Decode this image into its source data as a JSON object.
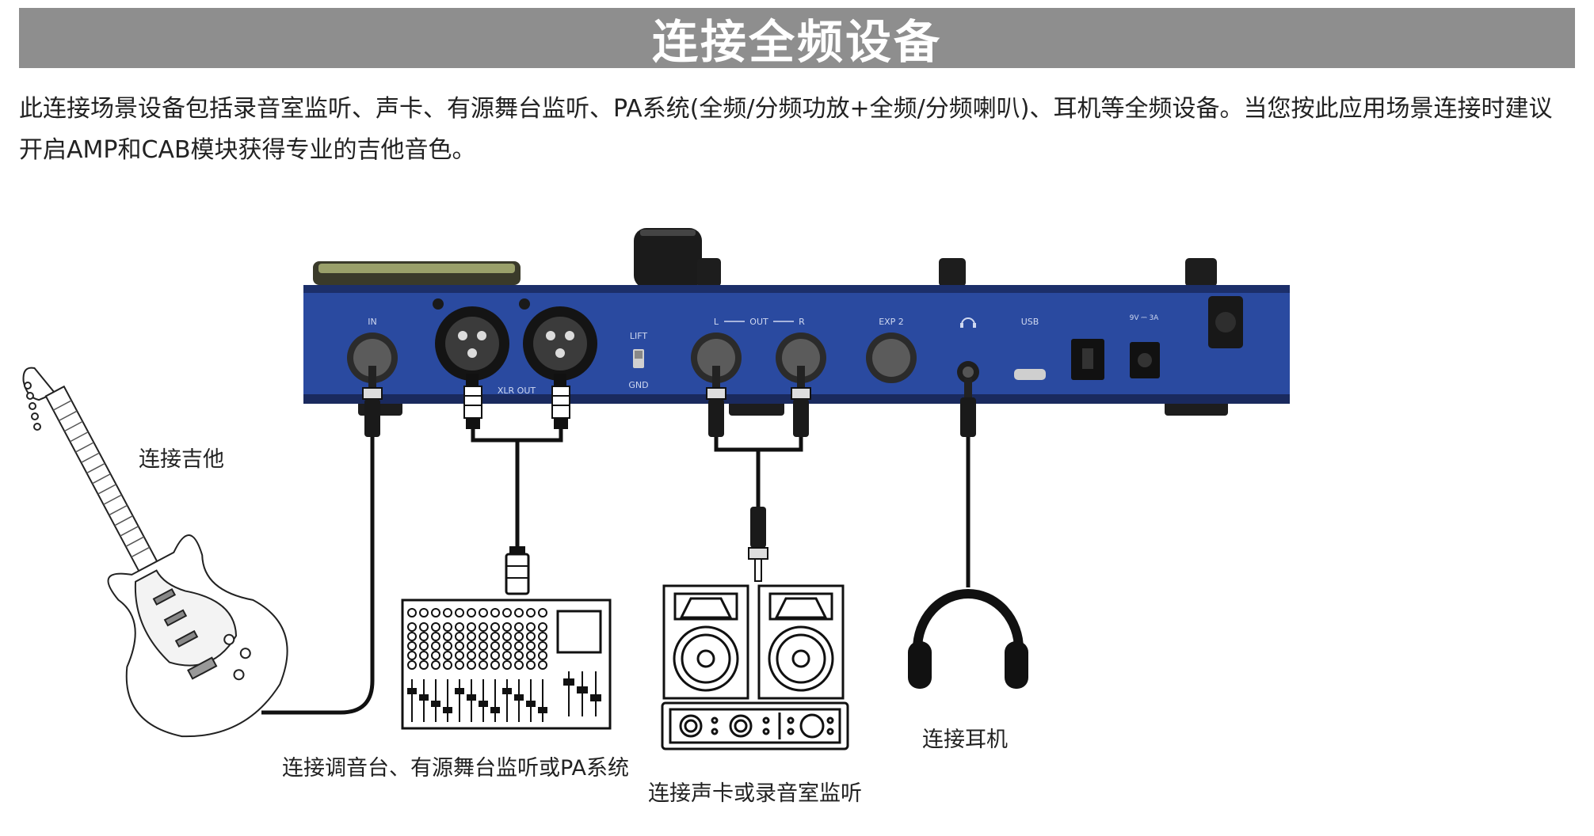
{
  "header": {
    "title": "连接全频设备"
  },
  "description": "此连接场景设备包括录音室监听、声卡、有源舞台监听、PA系统(全频/分频功放+全频/分频喇叭)、耳机等全频设备。当您按此应用场景连接时建议开启AMP和CAB模块获得专业的吉他音色。",
  "device_panel_labels": {
    "in": "IN",
    "xlr_out": "XLR OUT",
    "lift": "LIFT",
    "gnd": "GND",
    "out_l": "L",
    "out": "OUT",
    "out_r": "R",
    "exp2": "EXP 2",
    "usb": "USB",
    "power": "9V ⎓ 3A"
  },
  "connections": {
    "guitar": "连接吉他",
    "mixer": "连接调音台、有源舞台监听或PA系统",
    "soundcard": "连接声卡或录音室监听",
    "headphones": "连接耳机"
  },
  "colors": {
    "title_bar": "#8e8e8e",
    "device_body": "#2a4aa0",
    "cable": "#111111"
  }
}
